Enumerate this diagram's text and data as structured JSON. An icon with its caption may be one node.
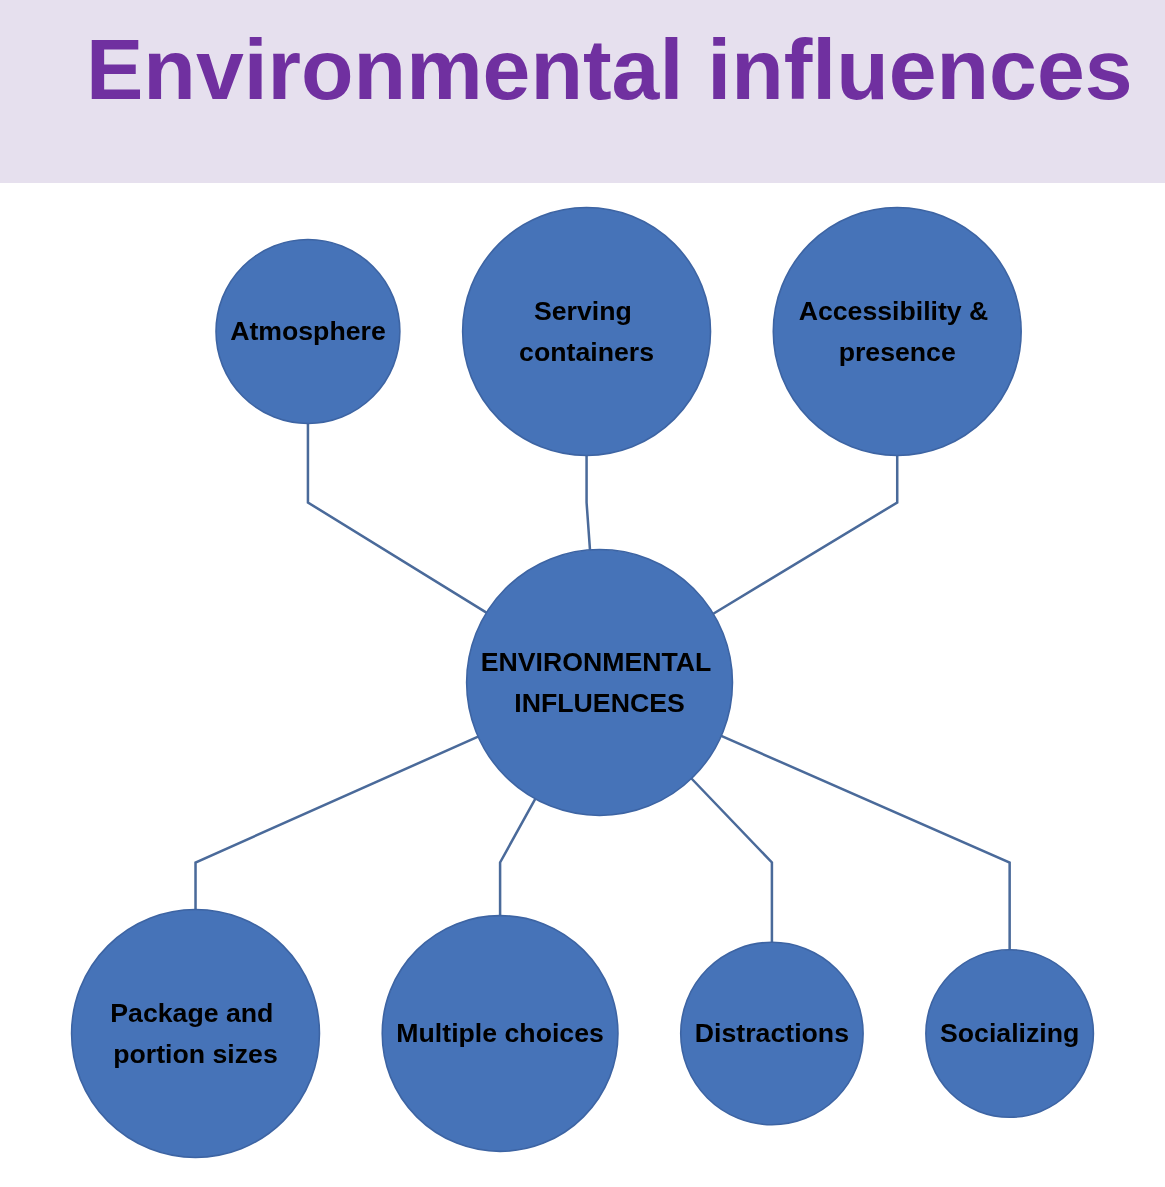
{
  "diagram": {
    "title": "Environmental influences",
    "nodes": [
      {
        "text": [
          "Atmosphere"
        ]
      },
      {
        "text": [
          "Serving containers"
        ]
      },
      {
        "text": [
          "Accessibility & presence"
        ]
      },
      {
        "text": [
          "ENVIRONMENTAL INFLUENCES"
        ]
      },
      {
        "text": [
          "Package and portion sizes"
        ]
      },
      {
        "text": [
          "Socializing"
        ]
      },
      {
        "text": [
          "Multiple choices"
        ]
      },
      {
        "text": [
          "Distractions"
        ]
      }
    ],
    "edges": [
      {
        "from": 0,
        "to": 3,
        "arrow": "none"
      },
      {
        "from": 1,
        "to": 3,
        "arrow": "none"
      },
      {
        "from": 2,
        "to": 3,
        "arrow": "none"
      },
      {
        "from": 3,
        "to": 4,
        "arrow": "none"
      },
      {
        "from": 3,
        "to": 6,
        "arrow": "none"
      },
      {
        "from": 3,
        "to": 7,
        "arrow": "none"
      },
      {
        "from": 3,
        "to": 5,
        "arrow": "none"
      }
    ]
  }
}
